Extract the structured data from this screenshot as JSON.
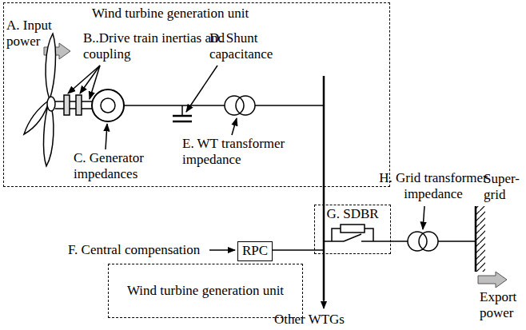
{
  "diagram": {
    "nodes": [
      {
        "text": [
          "Wind turbine generation unit"
        ]
      },
      {
        "text": [
          "G. SDBR"
        ]
      },
      {
        "text": [
          "RPC"
        ]
      },
      {
        "text": [
          "Wind turbine generation unit"
        ]
      }
    ],
    "labels": [
      "A. Input power",
      "B..Drive train inertias and coupling",
      "C. Generator impedances",
      "D. Shunt capacitance",
      "E. WT transformer impedance",
      "F. Central compensation",
      "H. Grid transformer impedance",
      "Super-grid",
      "Export power",
      "Other WTGs"
    ]
  }
}
